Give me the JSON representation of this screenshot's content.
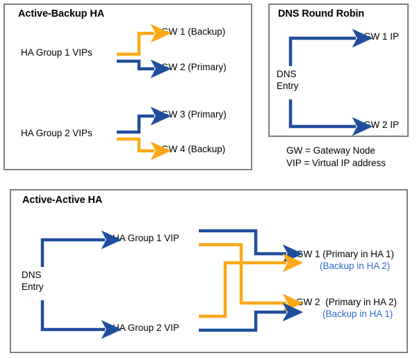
{
  "diagram": {
    "title_semantic": "storagegrid-ha-gateway-topologies",
    "colors": {
      "blue": "#1F4E9C",
      "orange": "#FBA919",
      "light_blue_text": "#2F6ACB",
      "panel_border": "#808080",
      "text": "#000000",
      "background": "#FFFFFF"
    }
  },
  "panels": {
    "active_backup": {
      "title": "Active-Backup HA",
      "groups": [
        {
          "source_label": "HA Group 1 VIPs",
          "targets": [
            {
              "label": "GW 1 (Backup)",
              "role": "backup",
              "color": "#FBA919"
            },
            {
              "label": "GW 2 (Primary)",
              "role": "primary",
              "color": "#1F4E9C"
            }
          ]
        },
        {
          "source_label": "HA Group 2 VIPs",
          "targets": [
            {
              "label": "GW 3 (Primary)",
              "role": "primary",
              "color": "#1F4E9C"
            },
            {
              "label": "GW 4 (Backup)",
              "role": "backup",
              "color": "#FBA919"
            }
          ]
        }
      ]
    },
    "dns_round_robin": {
      "title": "DNS Round Robin",
      "source_label_line1": "DNS",
      "source_label_line2": "Entry",
      "targets": [
        {
          "label": "GW 1 IP",
          "color": "#1F4E9C"
        },
        {
          "label": "GW 2 IP",
          "color": "#1F4E9C"
        }
      ]
    },
    "active_active": {
      "title": "Active-Active HA",
      "source_label_line1": "DNS",
      "source_label_line2": "Entry",
      "vips": [
        {
          "label": "HA Group 1 VIP"
        },
        {
          "label": "HA Group 2 VIP"
        }
      ],
      "gateways": [
        {
          "name": "GW 1",
          "primary_text": "(Primary in HA 1)",
          "backup_text": "(Backup in HA 2)",
          "primary_color": "#1F4E9C",
          "backup_color": "#FBA919"
        },
        {
          "name": "GW 2",
          "primary_text": "(Primary in HA 2)",
          "backup_text": "(Backup in HA 1)",
          "primary_color": "#FBA919",
          "backup_color": "#1F4E9C"
        }
      ]
    }
  },
  "legend": {
    "line1": "GW = Gateway Node",
    "line2": "VIP = Virtual IP address"
  }
}
